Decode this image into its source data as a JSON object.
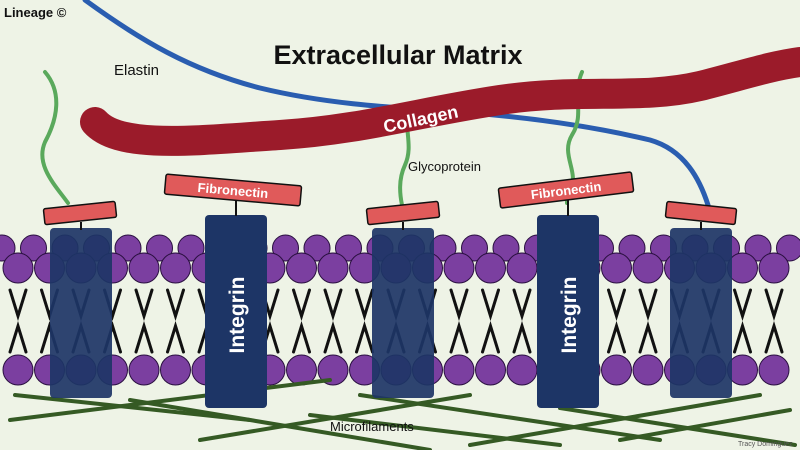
{
  "diagram": {
    "watermark": "Lineage ©",
    "title": "Extracellular Matrix",
    "credit": "Tracy Dominguez",
    "labels": {
      "elastin": "Elastin",
      "collagen": "Collagen",
      "glycoprotein": "Glycoprotein",
      "fibronectin_left": "Fibronectin",
      "fibronectin_right": "Fibronectin",
      "integrin_left": "Integrin",
      "integrin_right": "Integrin",
      "microfilaments": "Microfilaments"
    },
    "colors": {
      "background": "#eef3e6",
      "collagen": "#9b1b2a",
      "elastin": "#2a5db0",
      "glycoprotein": "#5aa95c",
      "fibronectin": "#e05a5a",
      "protein": "#1d3566",
      "phospholipid_head": "#7b3fa0",
      "microfilament": "#355a24"
    }
  }
}
